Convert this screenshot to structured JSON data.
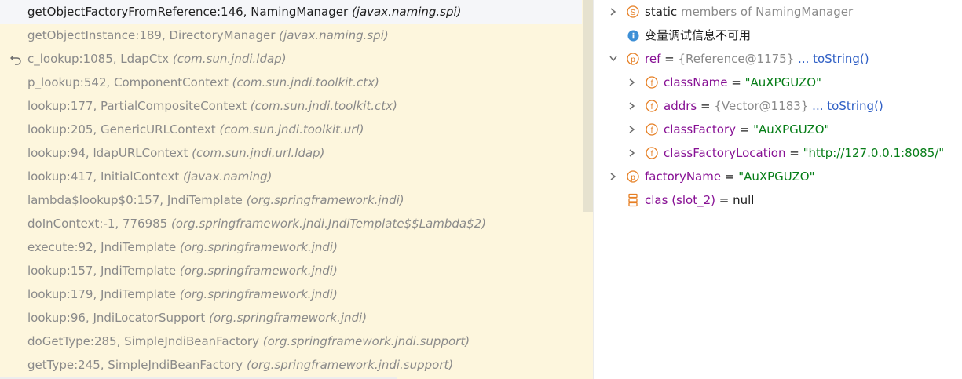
{
  "frames": [
    {
      "method": "getObjectFactoryFromReference:146, NamingManager",
      "pkg": "(javax.naming.spi)"
    },
    {
      "method": "getObjectInstance:189, DirectoryManager",
      "pkg": "(javax.naming.spi)"
    },
    {
      "method": "c_lookup:1085, LdapCtx",
      "pkg": "(com.sun.jndi.ldap)"
    },
    {
      "method": "p_lookup:542, ComponentContext",
      "pkg": "(com.sun.jndi.toolkit.ctx)"
    },
    {
      "method": "lookup:177, PartialCompositeContext",
      "pkg": "(com.sun.jndi.toolkit.ctx)"
    },
    {
      "method": "lookup:205, GenericURLContext",
      "pkg": "(com.sun.jndi.toolkit.url)"
    },
    {
      "method": "lookup:94, ldapURLContext",
      "pkg": "(com.sun.jndi.url.ldap)"
    },
    {
      "method": "lookup:417, InitialContext",
      "pkg": "(javax.naming)"
    },
    {
      "method": "lambda$lookup$0:157, JndiTemplate",
      "pkg": "(org.springframework.jndi)"
    },
    {
      "method": "doInContext:-1, 776985",
      "pkg": "(org.springframework.jndi.JndiTemplate$$Lambda$2)"
    },
    {
      "method": "execute:92, JndiTemplate",
      "pkg": "(org.springframework.jndi)"
    },
    {
      "method": "lookup:157, JndiTemplate",
      "pkg": "(org.springframework.jndi)"
    },
    {
      "method": "lookup:179, JndiTemplate",
      "pkg": "(org.springframework.jndi)"
    },
    {
      "method": "lookup:96, JndiLocatorSupport",
      "pkg": "(org.springframework.jndi)"
    },
    {
      "method": "doGetType:285, SimpleJndiBeanFactory",
      "pkg": "(org.springframework.jndi.support)"
    },
    {
      "method": "getType:245, SimpleJndiBeanFactory",
      "pkg": "(org.springframework.jndi.support)"
    }
  ],
  "selected_frame_index": 0,
  "variables": {
    "static": {
      "icon": "S",
      "keyword": "static",
      "rest": "members of NamingManager"
    },
    "info": {
      "text": "变量调试信息不可用"
    },
    "ref": {
      "icon": "p",
      "name": "ref",
      "eq": " = ",
      "value": "{Reference@1175}",
      "link": "... toString()"
    },
    "className": {
      "icon": "f",
      "name": "className",
      "eq": " = ",
      "value": "\"AuXPGUZO\""
    },
    "addrs": {
      "icon": "f",
      "name": "addrs",
      "eq": " = ",
      "value": "{Vector@1183}",
      "link": "... toString()"
    },
    "classFactory": {
      "icon": "f",
      "name": "classFactory",
      "eq": " = ",
      "value": "\"AuXPGUZO\""
    },
    "classFactoryLocation": {
      "icon": "f",
      "name": "classFactoryLocation",
      "eq": " = ",
      "value": "\"http://127.0.0.1:8085/\""
    },
    "factoryName": {
      "icon": "p",
      "name": "factoryName",
      "eq": " = ",
      "value": "\"AuXPGUZO\""
    },
    "clas": {
      "name": "clas (slot_2)",
      "eq": " = ",
      "value": "null"
    }
  },
  "colors": {
    "frames_bg": "#fdf6dd",
    "selected_bg": "#f5f6f9",
    "field_name": "#871094",
    "string_value": "#067d17",
    "link": "#2f5fc5",
    "badge": "#e67e22",
    "info": "#3d8fd6"
  }
}
